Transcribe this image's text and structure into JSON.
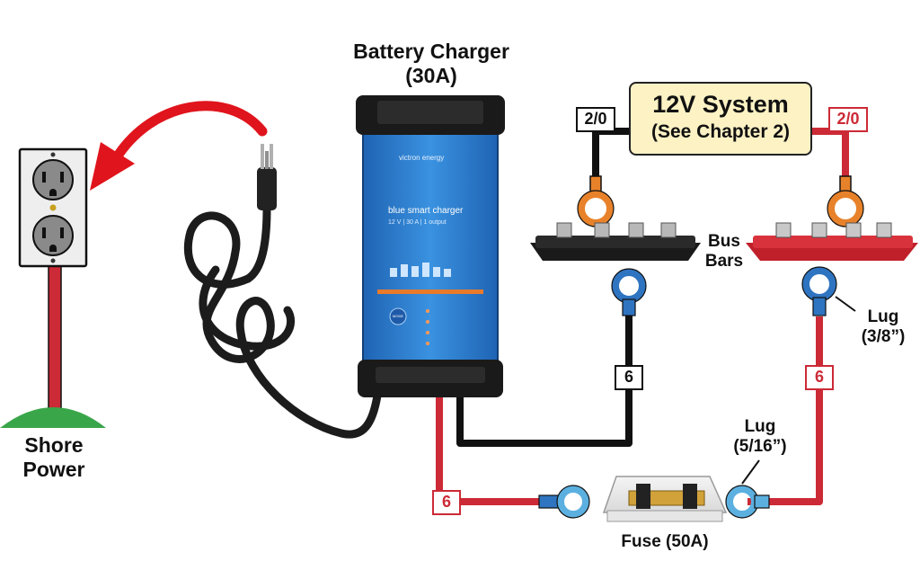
{
  "title": {
    "line1": "Battery Charger",
    "line2": "(30A)"
  },
  "shore_power": {
    "line1": "Shore",
    "line2": "Power"
  },
  "system_box": {
    "line1": "12V System",
    "line2": "(See Chapter 2)"
  },
  "charger": {
    "brand": "victron energy",
    "model": "blue smart charger",
    "spec": "12 V | 30 A | 1 output",
    "mode_button": "MODE"
  },
  "bus_bars": {
    "line1": "Bus",
    "line2": "Bars"
  },
  "lug_large": {
    "line1": "Lug",
    "line2": "(3/8”)"
  },
  "lug_small": {
    "line1": "Lug",
    "line2": "(5/16”)"
  },
  "fuse": {
    "label": "Fuse (50A)"
  },
  "wire_gauges": {
    "neg_main": "2/0",
    "pos_main": "2/0",
    "neg_charger": "6",
    "pos_busbar": "6",
    "pos_charger": "6"
  },
  "colors": {
    "positive": "#cc2a36",
    "negative": "#111111",
    "charger_body": "#2a7fd4",
    "ring_terminal_large": "#e8822a",
    "ring_terminal_small": "#2f74c0",
    "arrow": "#e0141c",
    "ground": "#3aa64a",
    "system_box": "#fcf2c4"
  }
}
